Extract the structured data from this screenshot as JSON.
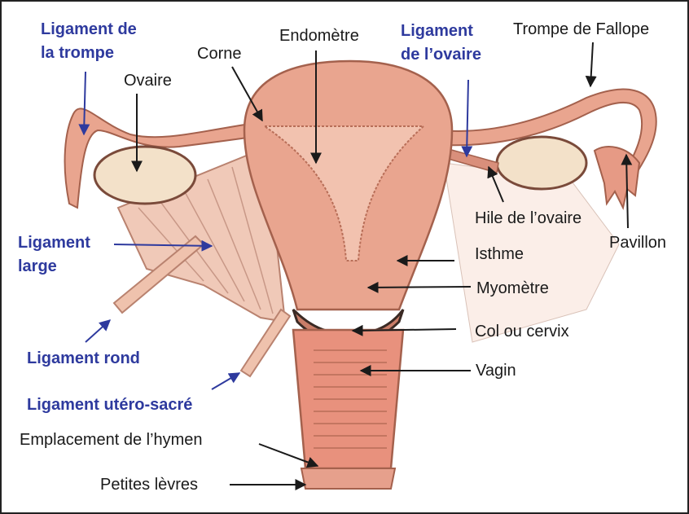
{
  "labels": {
    "lig_trompe_1": "Ligament de",
    "lig_trompe_2": "la trompe",
    "ovaire_left": "Ovaire",
    "corne": "Corne",
    "endometre": "Endomètre",
    "lig_ovaire_1": "Ligament",
    "lig_ovaire_2": "de l’ovaire",
    "trompe": "Trompe de Fallope",
    "hile": "Hile de l’ovaire",
    "pavillon": "Pavillon",
    "lig_large_1": "Ligament",
    "lig_large_2": "large",
    "isthme": "Isthme",
    "myometre": "Myomètre",
    "col": "Col ou cervix",
    "lig_rond": "Ligament rond",
    "vagin": "Vagin",
    "lig_utero": "Ligament utéro-sacré",
    "hymen": "Emplacement de l’hymen",
    "petites_levres": "Petites lèvres"
  },
  "colors": {
    "blue_label": "#2e3a9e",
    "black_label": "#1a1a1a",
    "tissue": "#e9a58f",
    "tissue_dark": "#c97d68",
    "ovary": "#f3e1c9",
    "vagina": "#e8917d"
  }
}
